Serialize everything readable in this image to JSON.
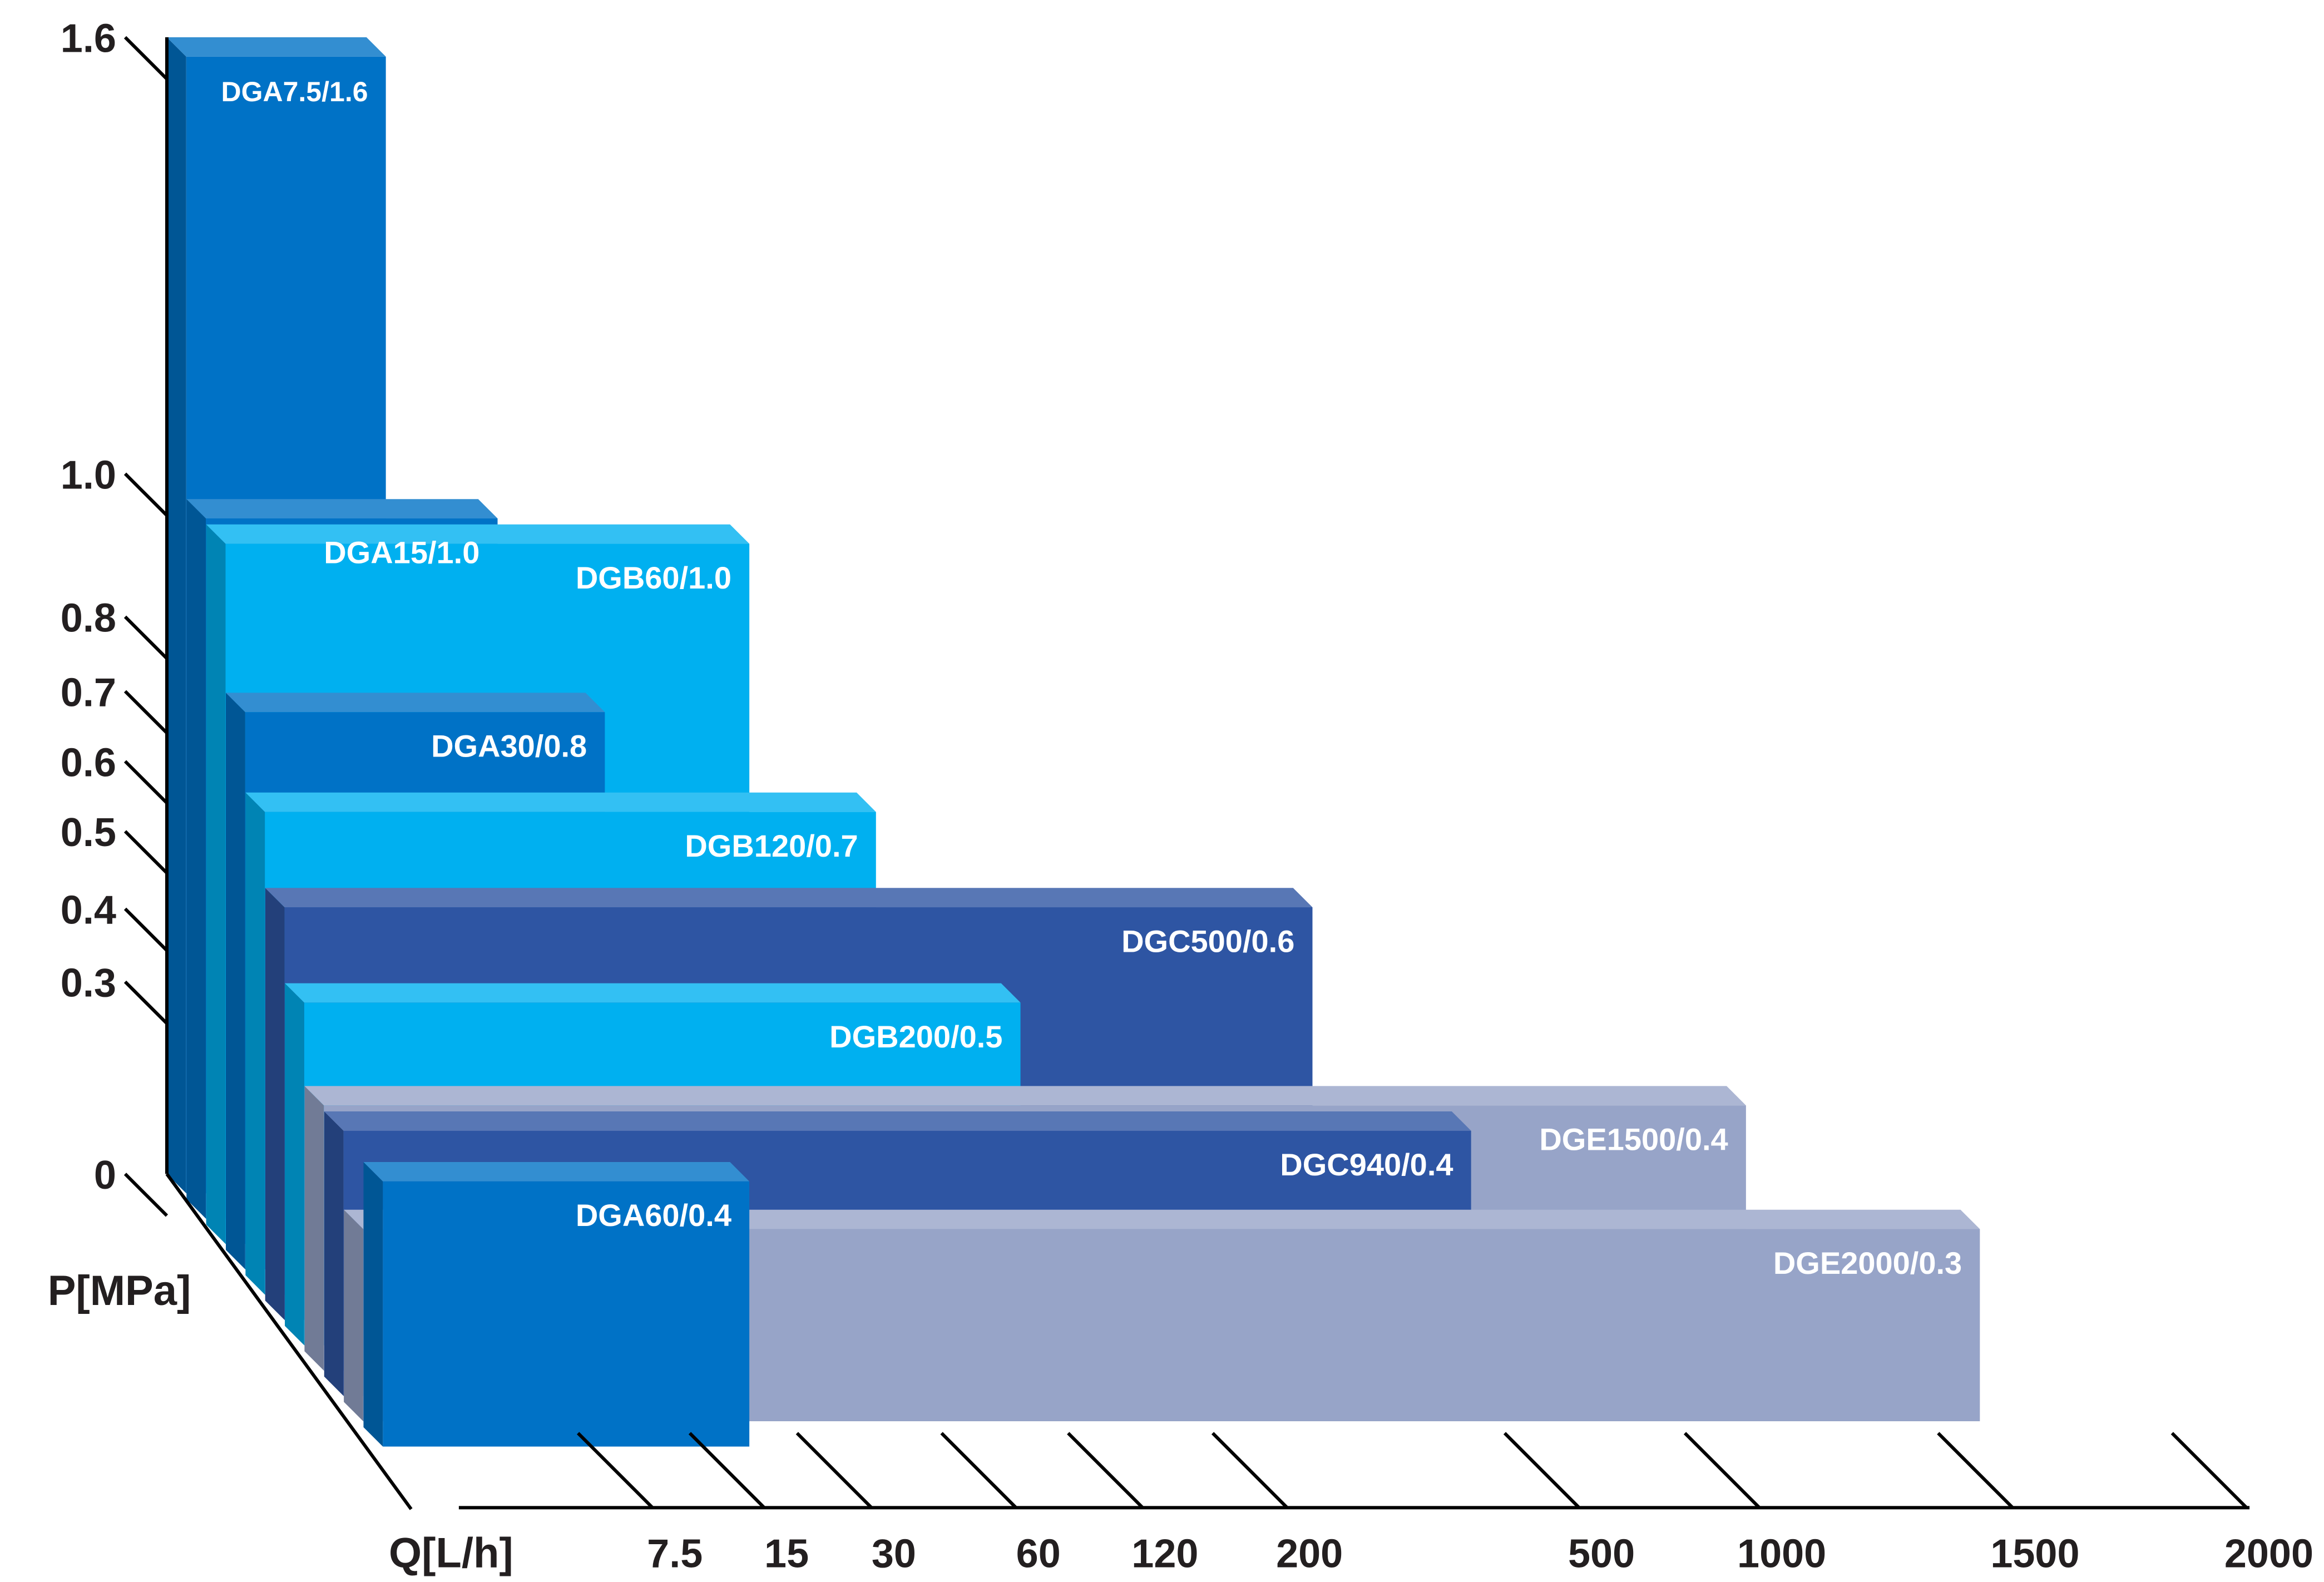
{
  "chart_data": {
    "type": "bar",
    "variant": "3d-stepped",
    "xlabel": "Q[L/h]",
    "ylabel": "P[MPa]",
    "x_ticks": [
      "7.5",
      "15",
      "30",
      "60",
      "120",
      "200",
      "500",
      "1000",
      "1500",
      "2000"
    ],
    "y_ticks": [
      "1.6",
      "1.0",
      "0.8",
      "0.7",
      "0.6",
      "0.5",
      "0.4",
      "0.3",
      "0"
    ],
    "series": [
      {
        "name": "DGA7.5/1.6",
        "flow": 7.5,
        "pressure": 1.6,
        "color": "#0072c6"
      },
      {
        "name": "DGA15/1.0",
        "flow": 15,
        "pressure": 1.0,
        "color": "#0072c6"
      },
      {
        "name": "DGB60/1.0",
        "flow": 60,
        "pressure": 1.0,
        "color": "#00b0f0"
      },
      {
        "name": "DGA30/0.8",
        "flow": 30,
        "pressure": 0.8,
        "color": "#0072c6"
      },
      {
        "name": "DGB120/0.7",
        "flow": 120,
        "pressure": 0.7,
        "color": "#00b0f0"
      },
      {
        "name": "DGC500/0.6",
        "flow": 500,
        "pressure": 0.6,
        "color": "#2e55a3"
      },
      {
        "name": "DGB200/0.5",
        "flow": 200,
        "pressure": 0.5,
        "color": "#00b0f0"
      },
      {
        "name": "DGE1500/0.4",
        "flow": 1500,
        "pressure": 0.4,
        "color": "#97a4c8"
      },
      {
        "name": "DGC940/0.4",
        "flow": 940,
        "pressure": 0.4,
        "color": "#2e55a3"
      },
      {
        "name": "DGE2000/0.3",
        "flow": 2000,
        "pressure": 0.3,
        "color": "#97a4c8"
      },
      {
        "name": "DGA60/0.4",
        "flow": 60,
        "pressure": 0.4,
        "color": "#0072c6"
      }
    ],
    "colors": {
      "DGA": "#0072c6",
      "DGB": "#00b0f0",
      "DGC": "#2e55a3",
      "DGE": "#97a4c8",
      "axis": "#000000",
      "text": "#231f20"
    },
    "legend": "none",
    "grid": false
  }
}
